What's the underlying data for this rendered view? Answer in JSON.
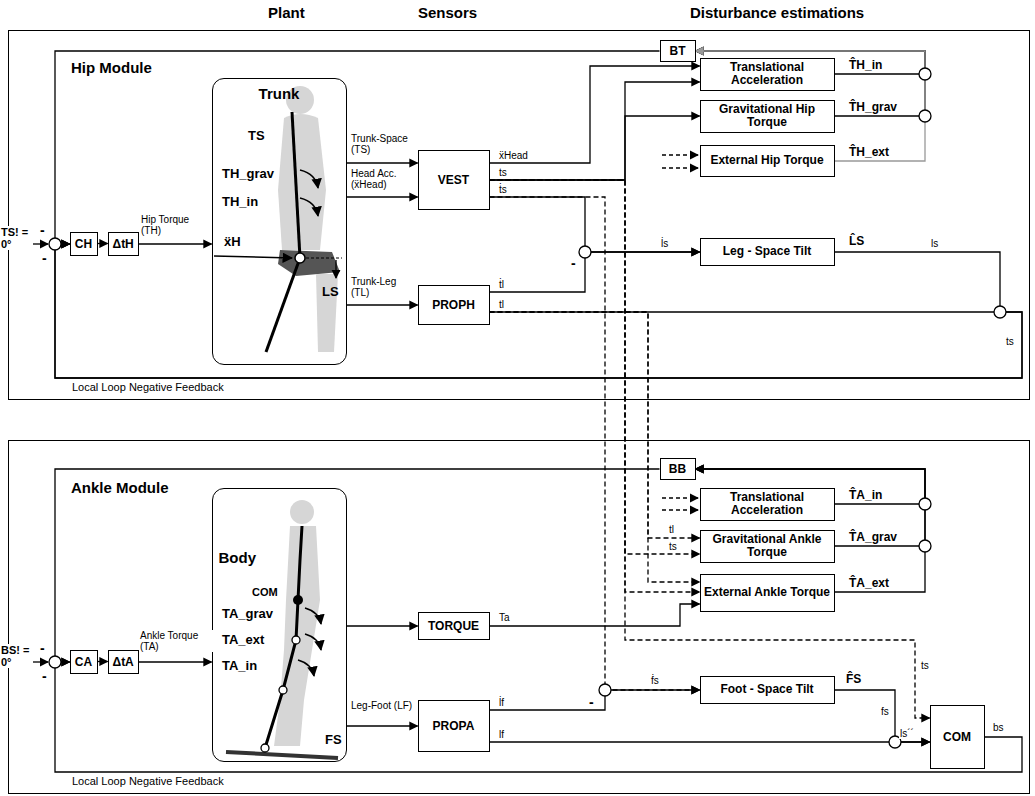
{
  "diagram": {
    "nodes": [
      {
        "text": [
          "Hip Module"
        ]
      },
      {
        "text": [
          "CH"
        ],
        "in": 0
      },
      {
        "text": [
          "ΔtH"
        ],
        "in": 0
      },
      {
        "text": [
          "Trunk"
        ],
        "in": 0
      },
      {
        "text": [
          "VEST"
        ],
        "in": 0
      },
      {
        "text": [
          "PROPH"
        ],
        "in": 0
      },
      {
        "text": [
          "BT"
        ],
        "in": 0
      },
      {
        "text": [
          "Translational Acceleration"
        ],
        "in": 0
      },
      {
        "text": [
          "Gravitational Hip Torque"
        ],
        "in": 0
      },
      {
        "text": [
          "External Hip Torque"
        ],
        "in": 0
      },
      {
        "text": [
          "Leg - Space Tilt"
        ],
        "in": 0
      },
      {
        "text": [
          "Ankle Module"
        ]
      },
      {
        "text": [
          "CA"
        ],
        "in": 11
      },
      {
        "text": [
          "ΔtA"
        ],
        "in": 11
      },
      {
        "text": [
          "Body"
        ],
        "in": 11
      },
      {
        "text": [
          "TORQUE"
        ],
        "in": 11
      },
      {
        "text": [
          "PROPA"
        ],
        "in": 11
      },
      {
        "text": [
          "BB"
        ],
        "in": 11
      },
      {
        "text": [
          "Translational Acceleration"
        ],
        "in": 11
      },
      {
        "text": [
          "Gravitational Ankle Torque"
        ],
        "in": 11
      },
      {
        "text": [
          "External Ankle Torque"
        ],
        "in": 11
      },
      {
        "text": [
          "Foot - Space Tilt"
        ],
        "in": 11
      },
      {
        "text": [
          "COM"
        ],
        "in": 11
      }
    ],
    "edges": [
      {
        "from": 1,
        "to": 2,
        "arrow": "to"
      },
      {
        "from": 2,
        "to": 3,
        "arrow": "to",
        "label": "Hip Torque (TH)"
      },
      {
        "from": 3,
        "to": 4,
        "arrow": "to",
        "label": "Trunk-Space (TS)"
      },
      {
        "from": 3,
        "to": 4,
        "arrow": "to",
        "label": "Head Acc. (ẍHead)"
      },
      {
        "from": 3,
        "to": 5,
        "arrow": "to",
        "label": "Trunk-Leg (TL)"
      },
      {
        "from": 4,
        "to": 7,
        "arrow": "to",
        "label": "ẍHead"
      },
      {
        "from": 4,
        "to": 7,
        "arrow": "to",
        "label": "ts"
      },
      {
        "from": 4,
        "to": 8,
        "arrow": "to"
      },
      {
        "from": 4,
        "to": 10,
        "arrow": "to",
        "label": "ṫs"
      },
      {
        "from": 5,
        "to": 10,
        "arrow": "to",
        "label": "ṫl"
      },
      {
        "from": 5,
        "to": 1,
        "arrow": "to",
        "label": "tl"
      },
      {
        "from": 10,
        "to": 1,
        "arrow": "to",
        "label": "ls"
      },
      {
        "from": 7,
        "to": 6,
        "arrow": "to",
        "label": "T̂H_in"
      },
      {
        "from": 8,
        "to": 6,
        "arrow": "to",
        "label": "T̂H_grav"
      },
      {
        "from": 9,
        "to": 6,
        "arrow": "to",
        "label": "T̂H_ext"
      },
      {
        "from": 6,
        "to": 1,
        "arrow": "to"
      },
      {
        "from": 12,
        "to": 13,
        "arrow": "to"
      },
      {
        "from": 13,
        "to": 14,
        "arrow": "to",
        "label": "Ankle Torque (TA)"
      },
      {
        "from": 14,
        "to": 15,
        "arrow": "to"
      },
      {
        "from": 14,
        "to": 16,
        "arrow": "to",
        "label": "Leg-Foot (LF)"
      },
      {
        "from": 15,
        "to": 20,
        "arrow": "to",
        "label": "Ta"
      },
      {
        "from": 16,
        "to": 21,
        "arrow": "to",
        "label": "l̇f"
      },
      {
        "from": 4,
        "to": 21,
        "arrow": "to"
      },
      {
        "from": 4,
        "to": 19,
        "arrow": "to",
        "label": "ts"
      },
      {
        "from": 4,
        "to": 20,
        "arrow": "to"
      },
      {
        "from": 5,
        "to": 19,
        "arrow": "to",
        "label": "tl"
      },
      {
        "from": 5,
        "to": 20,
        "arrow": "to"
      },
      {
        "from": 4,
        "to": 22,
        "arrow": "to",
        "label": "ts"
      },
      {
        "from": 18,
        "to": 17,
        "arrow": "to",
        "label": "T̂A_in"
      },
      {
        "from": 19,
        "to": 17,
        "arrow": "to",
        "label": "T̂A_grav"
      },
      {
        "from": 20,
        "to": 17,
        "arrow": "to",
        "label": "T̂A_ext"
      },
      {
        "from": 17,
        "to": 12,
        "arrow": "to"
      },
      {
        "from": 21,
        "to": 22,
        "arrow": "to",
        "label": "fs"
      },
      {
        "from": 16,
        "to": 22,
        "arrow": "to",
        "label": "lf"
      },
      {
        "from": 22,
        "to": 12,
        "arrow": "to",
        "label": "bs"
      }
    ],
    "labels": [
      "Plant",
      "Sensors",
      "Disturbance estimations",
      "TS! = 0°",
      "-",
      "-",
      "Local Loop Negative Feedback",
      "TS",
      "TH_grav",
      "TH_in",
      "ẍH",
      "LS",
      "-",
      "l̇s",
      "L̂S",
      "ts",
      "BS! = 0°",
      "-",
      "-",
      "Local Loop Negative Feedback",
      "COM",
      "TA_grav",
      "TA_ext",
      "TA_in",
      "FS",
      "-",
      "ḟs",
      "F̂S",
      "ls´´"
    ]
  }
}
